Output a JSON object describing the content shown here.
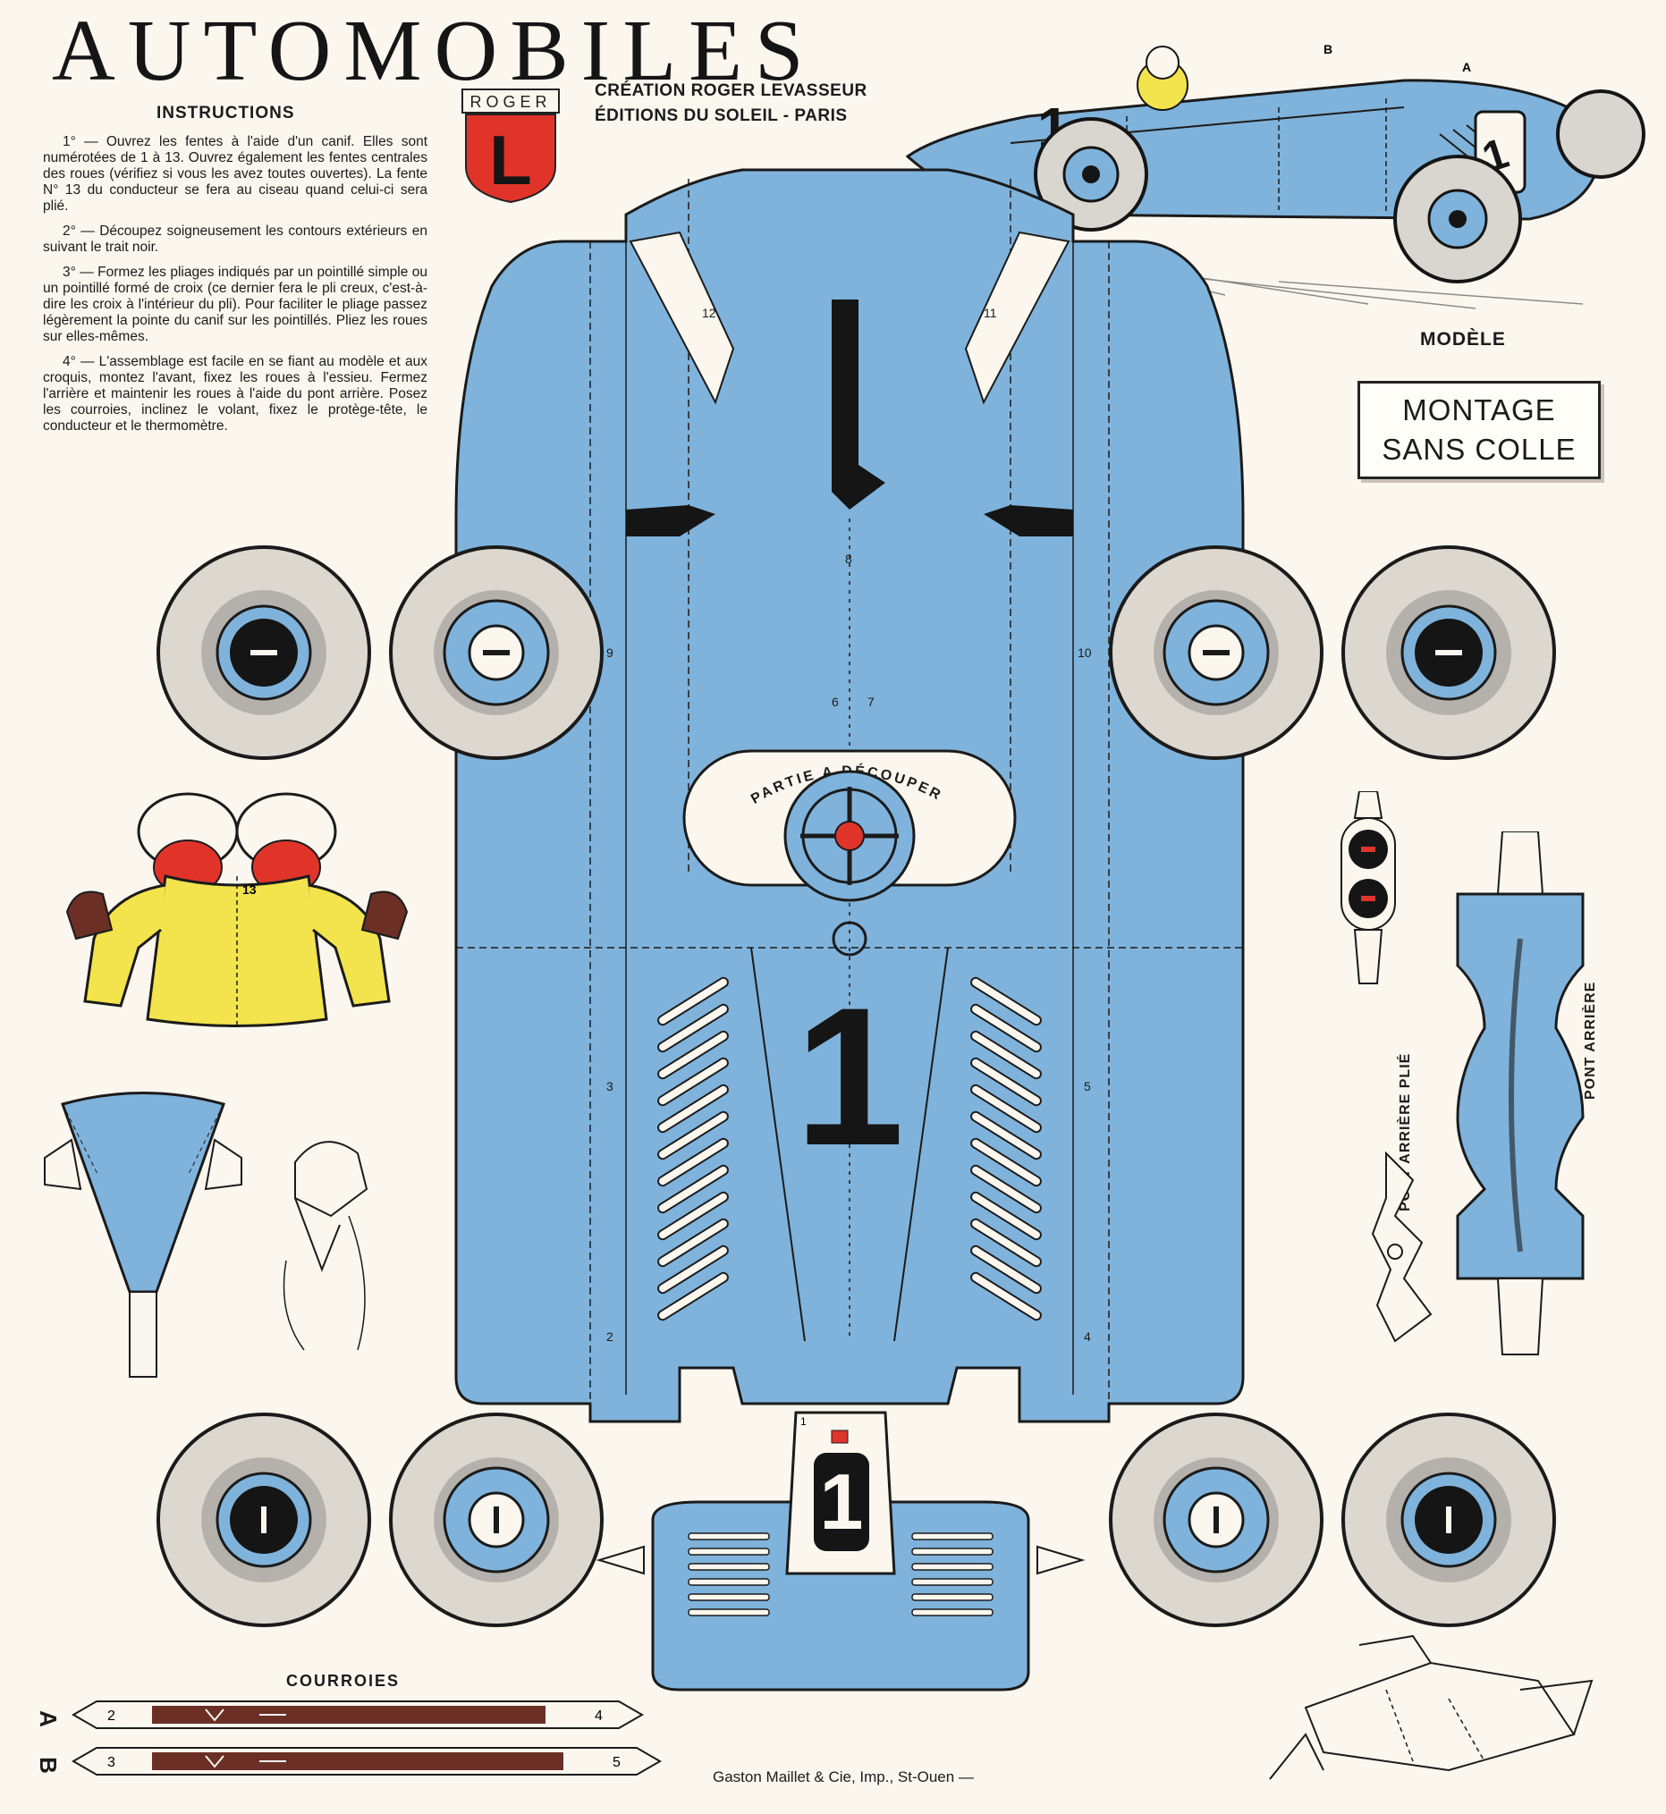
{
  "title": "AUTOMOBILES",
  "instructions": {
    "heading": "INSTRUCTIONS",
    "steps": [
      "1° — Ouvrez les fentes à l'aide d'un canif. Elles sont numérotées de 1 à 13. Ouvrez également les fentes centrales des roues (vérifiez si vous les avez toutes ouvertes). La fente N° 13 du conducteur se fera au ciseau quand celui-ci sera plié.",
      "2° — Découpez soigneusement les contours extérieurs en suivant le trait noir.",
      "3° — Formez les pliages indiqués par un pointillé simple ou un pointillé formé de croix (ce dernier fera le pli creux, c'est-à-dire les croix à l'intérieur du pli). Pour faciliter le pliage passez légèrement la pointe du canif sur les pointillés. Pliez les roues sur elles-mêmes.",
      "4° — L'assemblage est facile en se fiant au modèle et aux croquis, montez l'avant, fixez les roues à l'essieu. Fermez l'arrière et maintenir les roues à l'aide du pont arrière. Posez les courroies, inclinez le volant, fixez le protège-tête, le conducteur et le thermomètre."
    ]
  },
  "logo": {
    "top": "ROGER",
    "letter": "L"
  },
  "credits": [
    "CRÉATION ROGER LEVASSEUR",
    "ÉDITIONS DU SOLEIL - PARIS"
  ],
  "model": {
    "label": "MODÈLE",
    "car_number": "1",
    "marker_a": "A",
    "marker_b": "B"
  },
  "montage": [
    "MONTAGE",
    "SANS COLLE"
  ],
  "body": {
    "cut_label": "PARTIE A DÉCOUPER",
    "big_number": "1",
    "nose_number": "1",
    "slot_numbers": [
      "1",
      "2",
      "3",
      "4",
      "5",
      "6",
      "7",
      "8",
      "9",
      "10",
      "11",
      "12",
      "13"
    ]
  },
  "parts": {
    "pont_arriere": "PONT ARRIÈRE",
    "pont_arriere_plie": "PONT ARRIÈRE PLIÉ"
  },
  "belts": {
    "label": "COURROIES",
    "a": {
      "letter": "A",
      "left": "2",
      "right": "4"
    },
    "b": {
      "letter": "B",
      "left": "3",
      "right": "5"
    }
  },
  "printer": "Gaston Maillet & Cie, Imp., St-Ouen —",
  "colors": {
    "blue": "#7fb3db",
    "blue_dark": "#5e93bd",
    "red": "#e0342a",
    "yellow": "#f3e34c",
    "brown": "#6b2f26",
    "paper": "#fbf7ef"
  }
}
